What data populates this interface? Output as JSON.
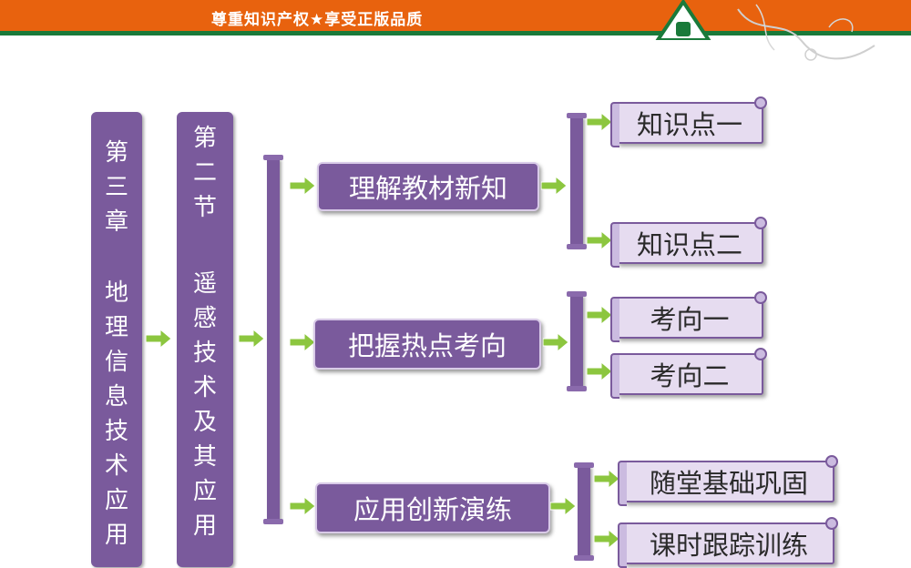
{
  "header": {
    "slogan": "尊重知识产权★享受正版品质",
    "brand_color": "#e8620e",
    "accent_color": "#1a7a3a"
  },
  "chapter": {
    "label_top": "第三章",
    "label_bottom": "地理信息技术应用"
  },
  "section": {
    "label_top": "第二节",
    "label_bottom": "遥感技术及其应用"
  },
  "branches": [
    {
      "label": "理解教材新知",
      "children": [
        "知识点一",
        "知识点二"
      ]
    },
    {
      "label": "把握热点考向",
      "children": [
        "考向一",
        "考向二"
      ]
    },
    {
      "label": "应用创新演练",
      "children": [
        "随堂基础巩固",
        "课时跟踪训练"
      ]
    }
  ],
  "colors": {
    "box_purple": "#7a5a9c",
    "scroll_fill": "#e6dcf0",
    "arrow_green": "#8cc63f"
  }
}
